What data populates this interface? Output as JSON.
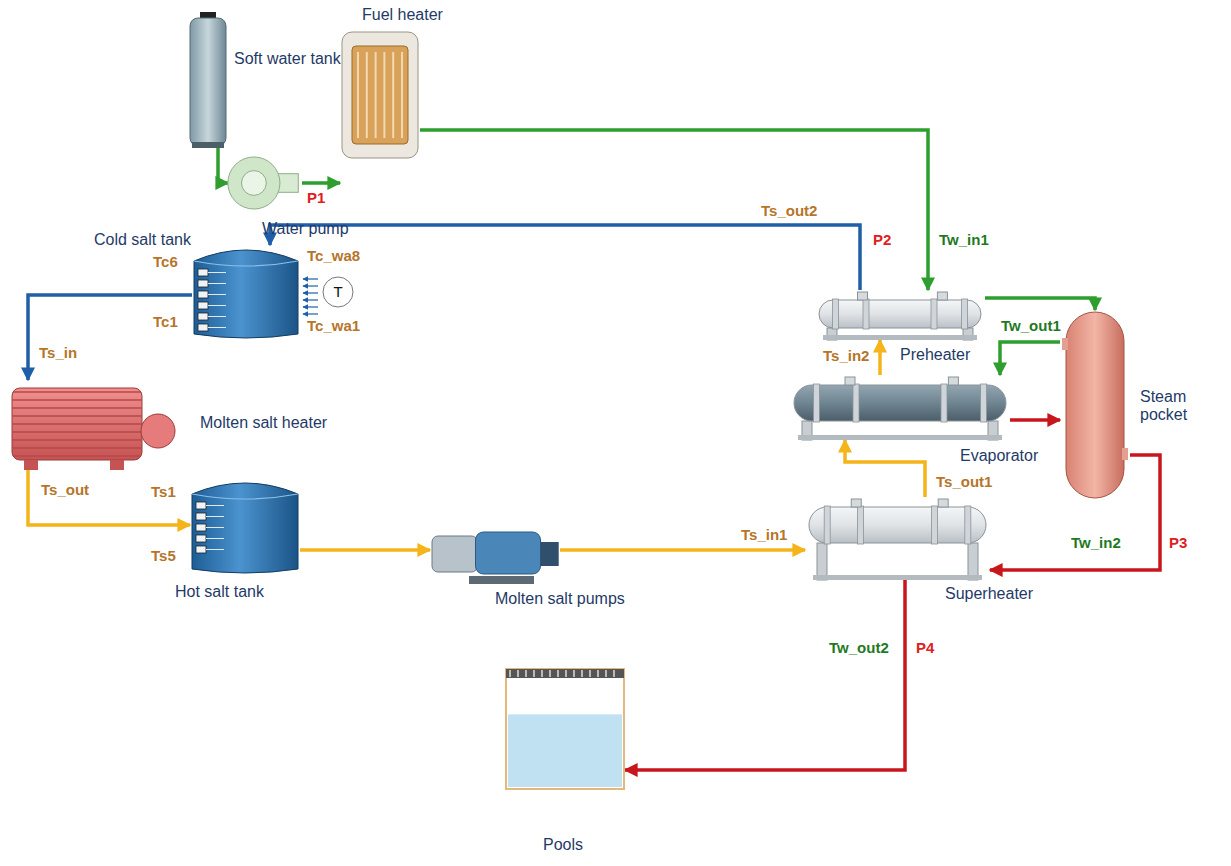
{
  "diagram": {
    "nodes": [
      {
        "text": [
          "Soft water tank"
        ]
      },
      {
        "text": [
          "Fuel heater"
        ]
      },
      {
        "text": [
          "Water pump"
        ]
      },
      {
        "text": [
          "Cold salt tank"
        ]
      },
      {
        "text": [
          "T"
        ]
      },
      {
        "text": [
          "Preheater"
        ]
      },
      {
        "text": [
          "Molten salt heater"
        ]
      },
      {
        "text": [
          "Evaporator"
        ]
      },
      {
        "text": [
          "Steam pocket"
        ]
      },
      {
        "text": [
          "Hot salt tank"
        ]
      },
      {
        "text": [
          "Molten salt pumps"
        ]
      },
      {
        "text": [
          "Superheater"
        ]
      },
      {
        "text": [
          "Pools"
        ]
      }
    ],
    "edges": [
      {
        "from": 0,
        "to": 2,
        "arrow": "to"
      },
      {
        "from": 2,
        "to": 1,
        "arrow": "to"
      },
      {
        "from": 1,
        "to": 5,
        "arrow": "to"
      },
      {
        "from": 5,
        "to": 8,
        "arrow": "to"
      },
      {
        "from": 8,
        "to": 7,
        "arrow": "to"
      },
      {
        "from": 7,
        "to": 8,
        "arrow": "to"
      },
      {
        "from": 8,
        "to": 11,
        "arrow": "to"
      },
      {
        "from": 11,
        "to": 12,
        "arrow": "to"
      },
      {
        "from": 5,
        "to": 3,
        "arrow": "to"
      },
      {
        "from": 3,
        "to": 6,
        "arrow": "to"
      },
      {
        "from": 6,
        "to": 9,
        "arrow": "to"
      },
      {
        "from": 9,
        "to": 10,
        "arrow": "to"
      },
      {
        "from": 10,
        "to": 11,
        "arrow": "to"
      },
      {
        "from": 11,
        "to": 7,
        "arrow": "to"
      },
      {
        "from": 7,
        "to": 5,
        "arrow": "to"
      }
    ],
    "labels": [
      "P1",
      "Tc_wa8",
      "Tc6",
      "Ts_out2",
      "P2",
      "Tw_in1",
      "Tc1",
      "Tc_wa1",
      "Ts_in",
      "Ts_in2",
      "Tw_out1",
      "Ts_out",
      "Ts1",
      "Ts_in1",
      "Ts_out1",
      "Tw_in2",
      "P3",
      "Ts5",
      "Tw_out2",
      "P4"
    ]
  }
}
